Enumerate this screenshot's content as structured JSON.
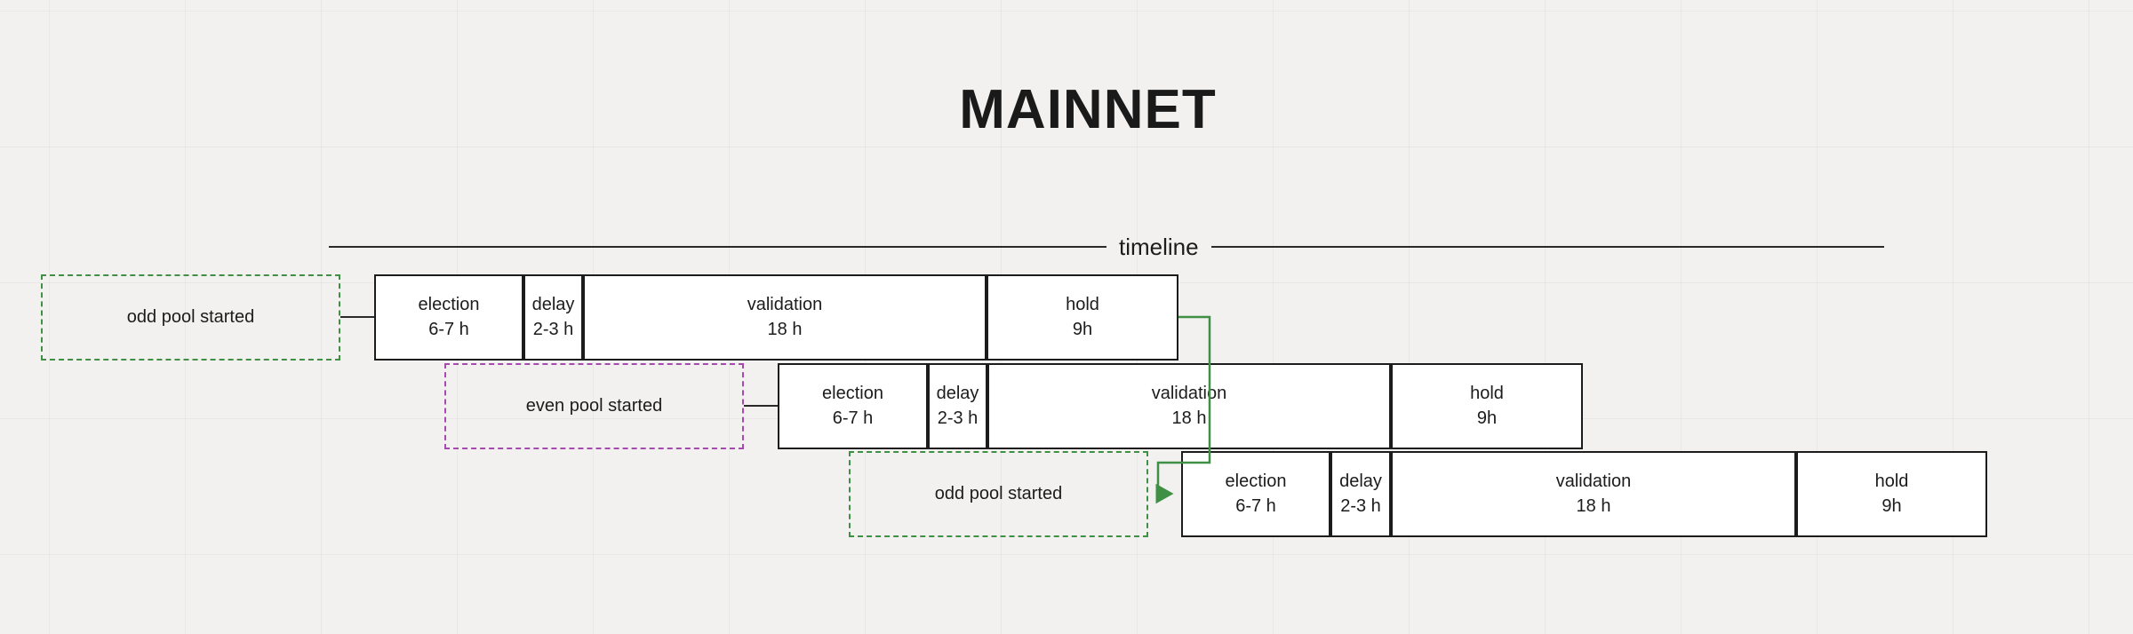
{
  "title": "MAINNET",
  "timeline": {
    "label": "timeline"
  },
  "colors": {
    "odd_pool_green": "#3f8f44",
    "even_pool_purple": "#a64ab0",
    "box_border": "#1c1c1c",
    "background": "#f2f1f0"
  },
  "pools": [
    {
      "start_label": "odd pool started",
      "segments": [
        {
          "phase": "election",
          "duration": "6-7 h"
        },
        {
          "phase": "delay",
          "duration": "2-3 h"
        },
        {
          "phase": "validation",
          "duration": "18 h"
        },
        {
          "phase": "hold",
          "duration": "9h"
        }
      ]
    },
    {
      "start_label": "even pool started",
      "segments": [
        {
          "phase": "election",
          "duration": "6-7 h"
        },
        {
          "phase": "delay",
          "duration": "2-3 h"
        },
        {
          "phase": "validation",
          "duration": "18 h"
        },
        {
          "phase": "hold",
          "duration": "9h"
        }
      ]
    },
    {
      "start_label": "odd pool started",
      "segments": [
        {
          "phase": "election",
          "duration": "6-7 h"
        },
        {
          "phase": "delay",
          "duration": "2-3 h"
        },
        {
          "phase": "validation",
          "duration": "18 h"
        },
        {
          "phase": "hold",
          "duration": "9h"
        }
      ]
    }
  ]
}
